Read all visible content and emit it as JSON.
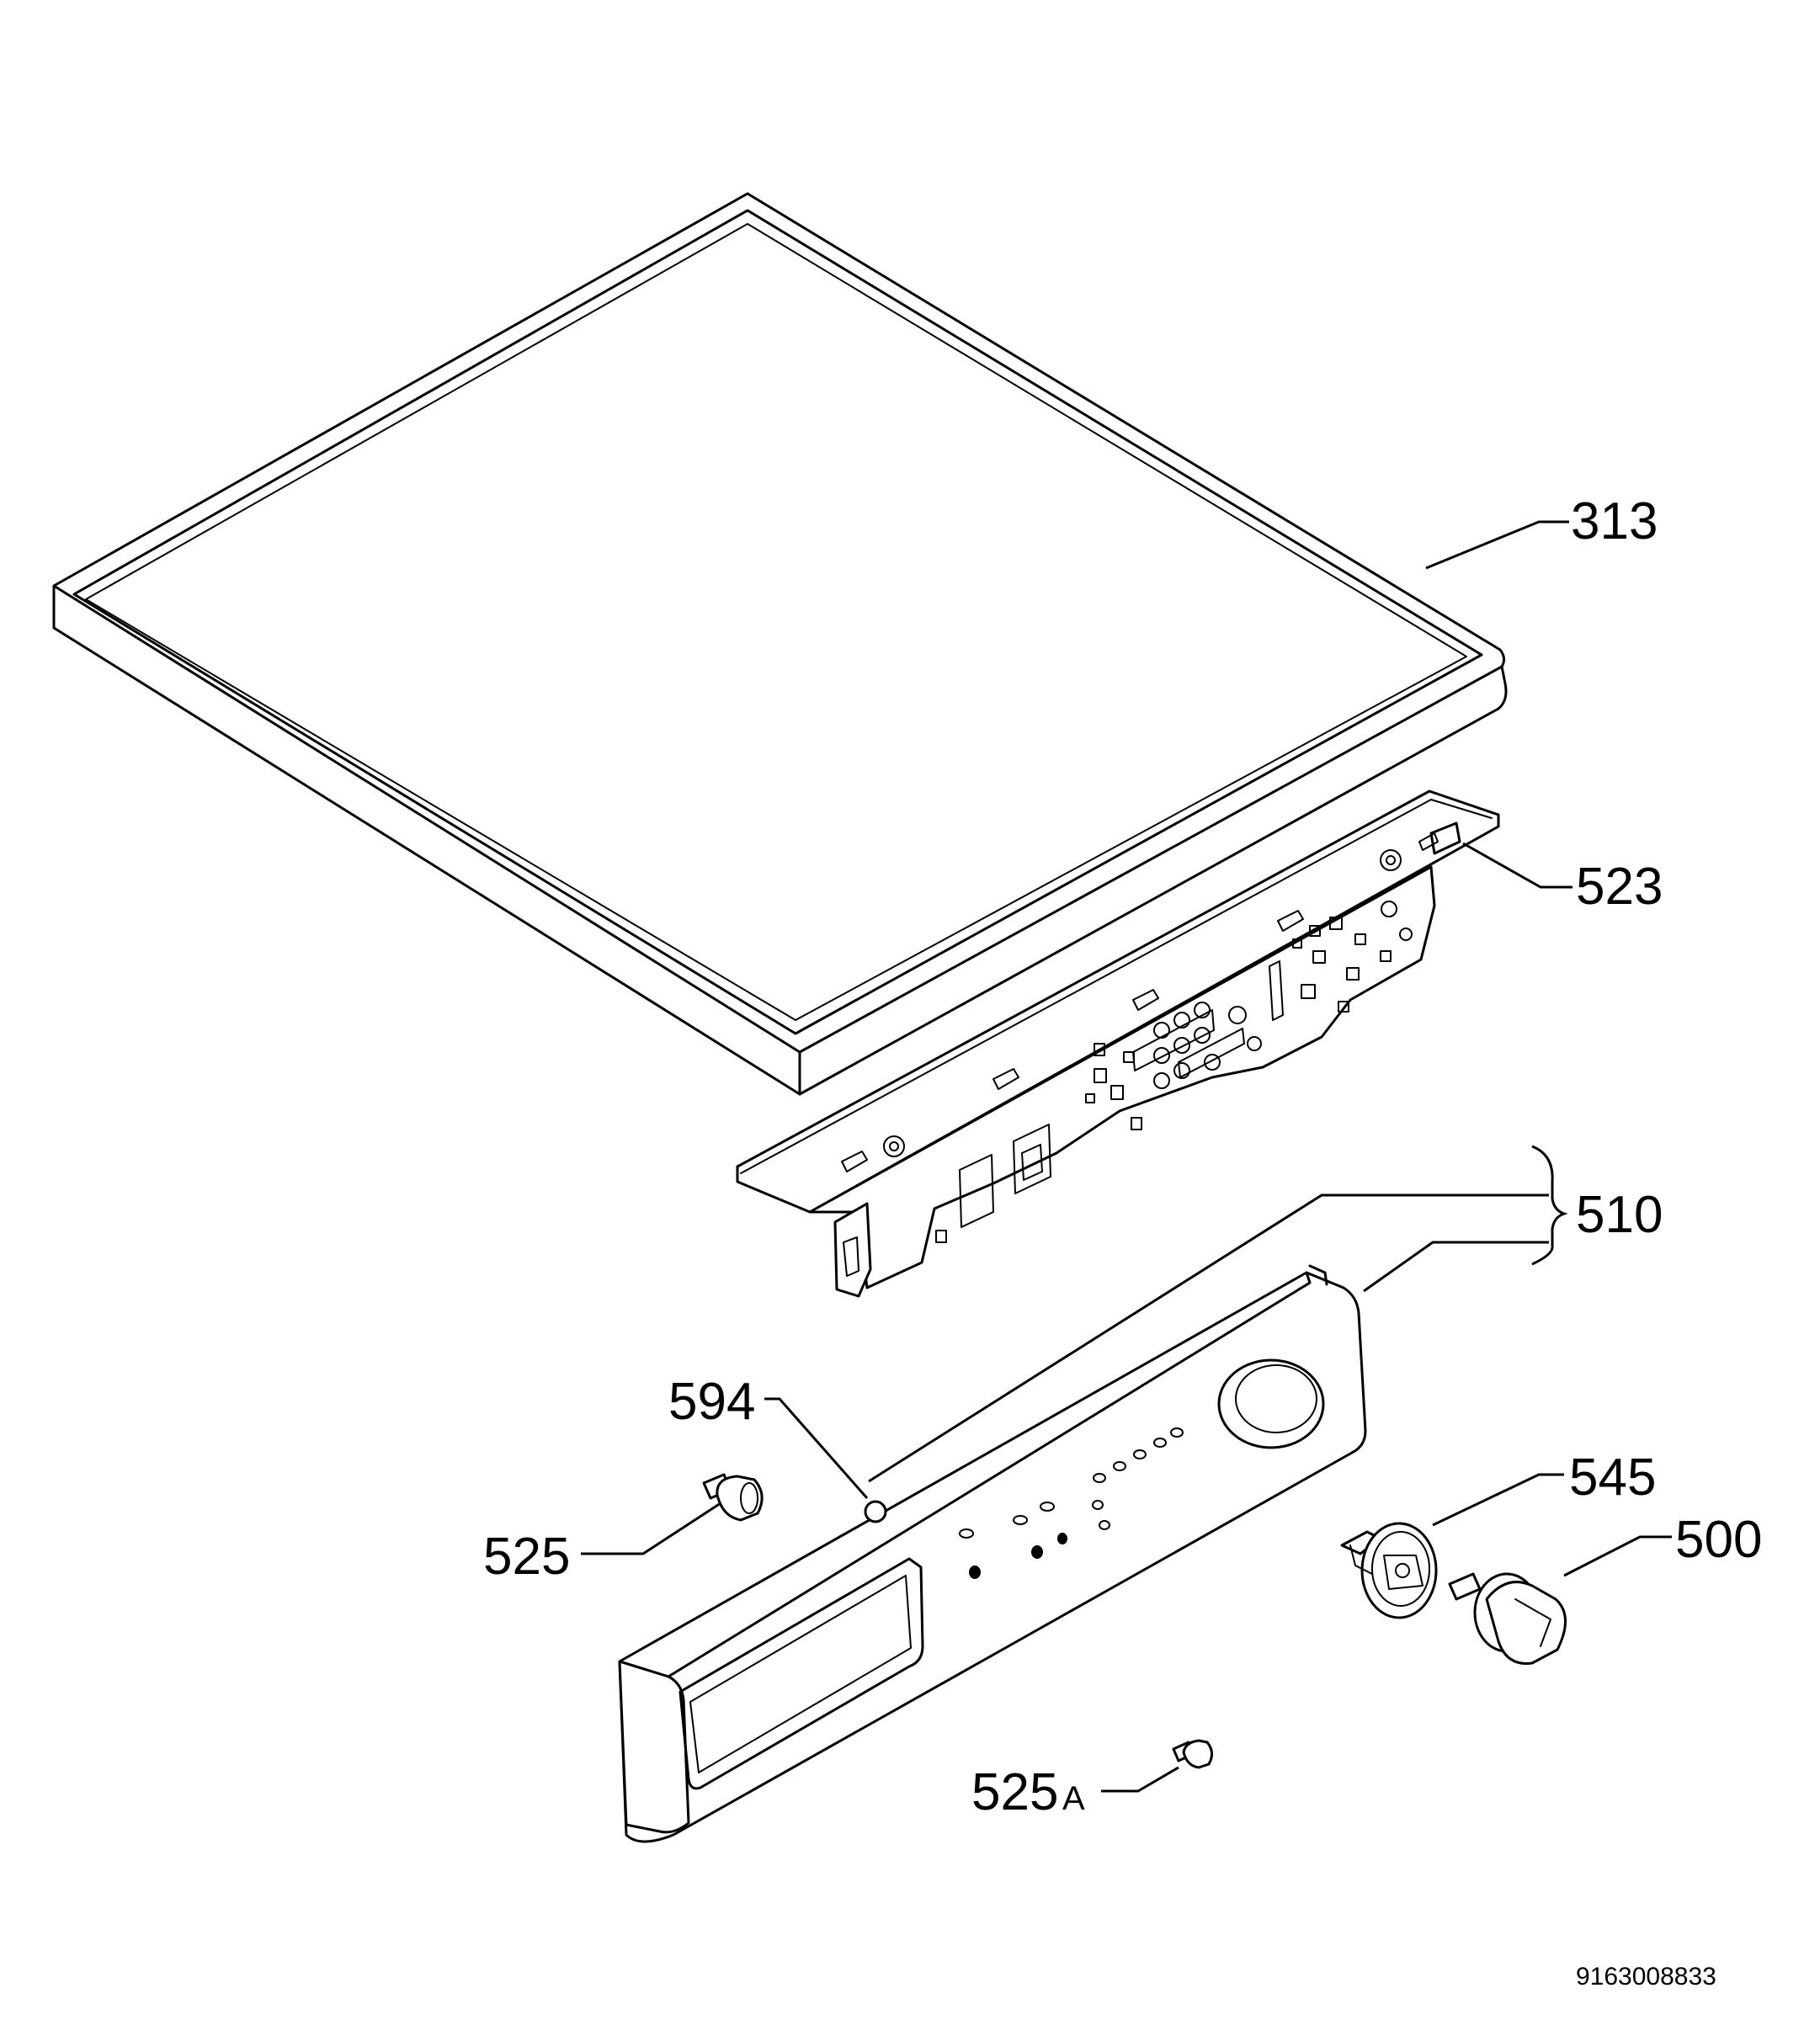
{
  "parts": [
    {
      "id": "top-cover",
      "label": "313"
    },
    {
      "id": "control-bracket",
      "label": "523"
    },
    {
      "id": "control-panel-assembly",
      "label": "510"
    },
    {
      "id": "indicator-light",
      "label": "594"
    },
    {
      "id": "push-button-left",
      "label": "525"
    },
    {
      "id": "knob-bezel",
      "label": "545"
    },
    {
      "id": "knob",
      "label": "500"
    },
    {
      "id": "push-button-bottom",
      "label": "525",
      "suffix": "A"
    }
  ],
  "document_number": "9163008833"
}
